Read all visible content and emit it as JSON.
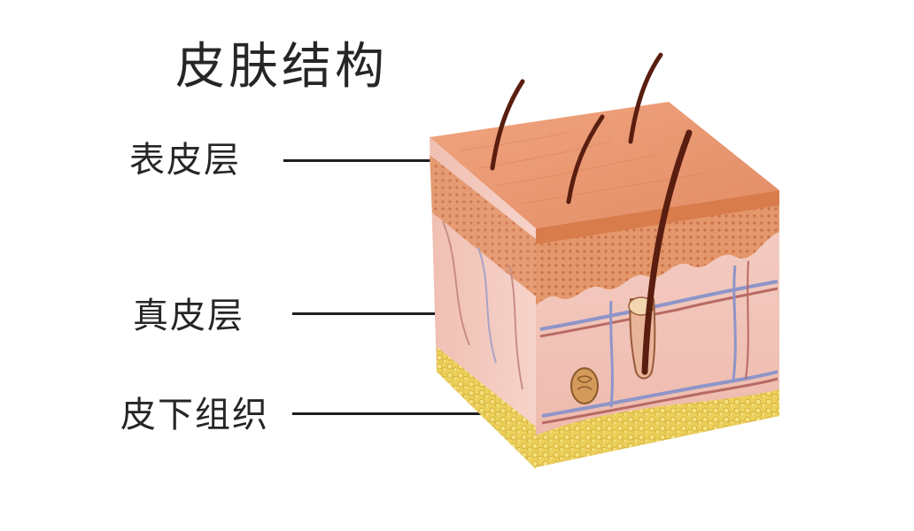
{
  "title": "皮肤结构",
  "labels": {
    "epidermis": "表皮层",
    "dermis": "真皮层",
    "subcutaneous": "皮下组织"
  },
  "colors": {
    "epidermis_top": "#e89a72",
    "epidermis_band": "#d9824f",
    "dermis": "#f3c6bb",
    "subcutaneous_fat": "#e8c94e",
    "hair": "#5a1e10",
    "vessel_blue": "#8e95c8",
    "vessel_red": "#b86a63"
  }
}
